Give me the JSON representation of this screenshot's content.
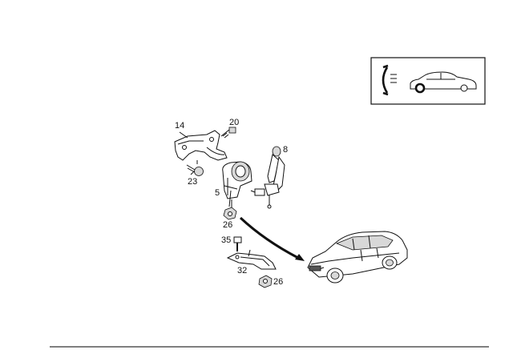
{
  "labels": {
    "p14": "14",
    "p20": "20",
    "p23": "23",
    "p5": "5",
    "p8": "8",
    "p26a": "26",
    "p35": "35",
    "p32": "32",
    "p26b": "26"
  },
  "icons": {
    "inset": "headlamp-level-sensor-symbol-icon",
    "vehicle": "sedan-car-icon"
  }
}
